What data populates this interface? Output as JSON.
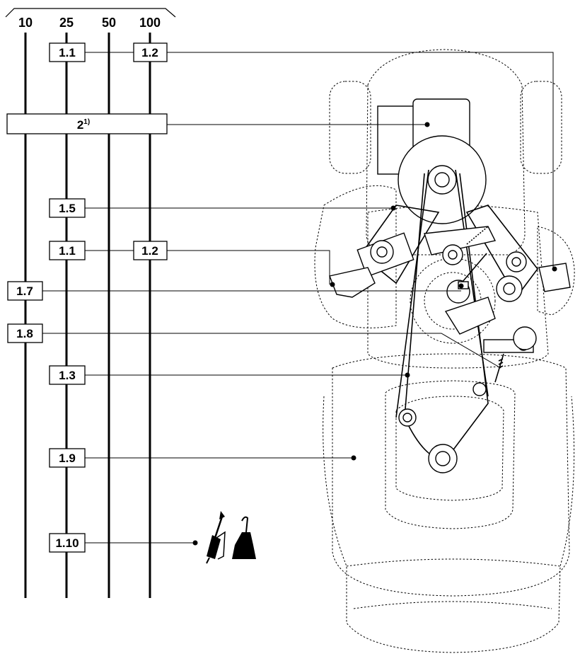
{
  "intervals": {
    "col_10": "10",
    "col_25": "25",
    "col_50": "50",
    "col_100": "100"
  },
  "items": {
    "top_left": "1.1",
    "top_right": "1.2",
    "wide": "2",
    "wide_note": "1)",
    "r15": "1.5",
    "mid_left": "1.1",
    "mid_right": "1.2",
    "r17": "1.7",
    "r18": "1.8",
    "r13": "1.3",
    "r19": "1.9",
    "r110": "1.10"
  },
  "icons": [
    "grease-gun-icon",
    "oil-can-icon"
  ]
}
